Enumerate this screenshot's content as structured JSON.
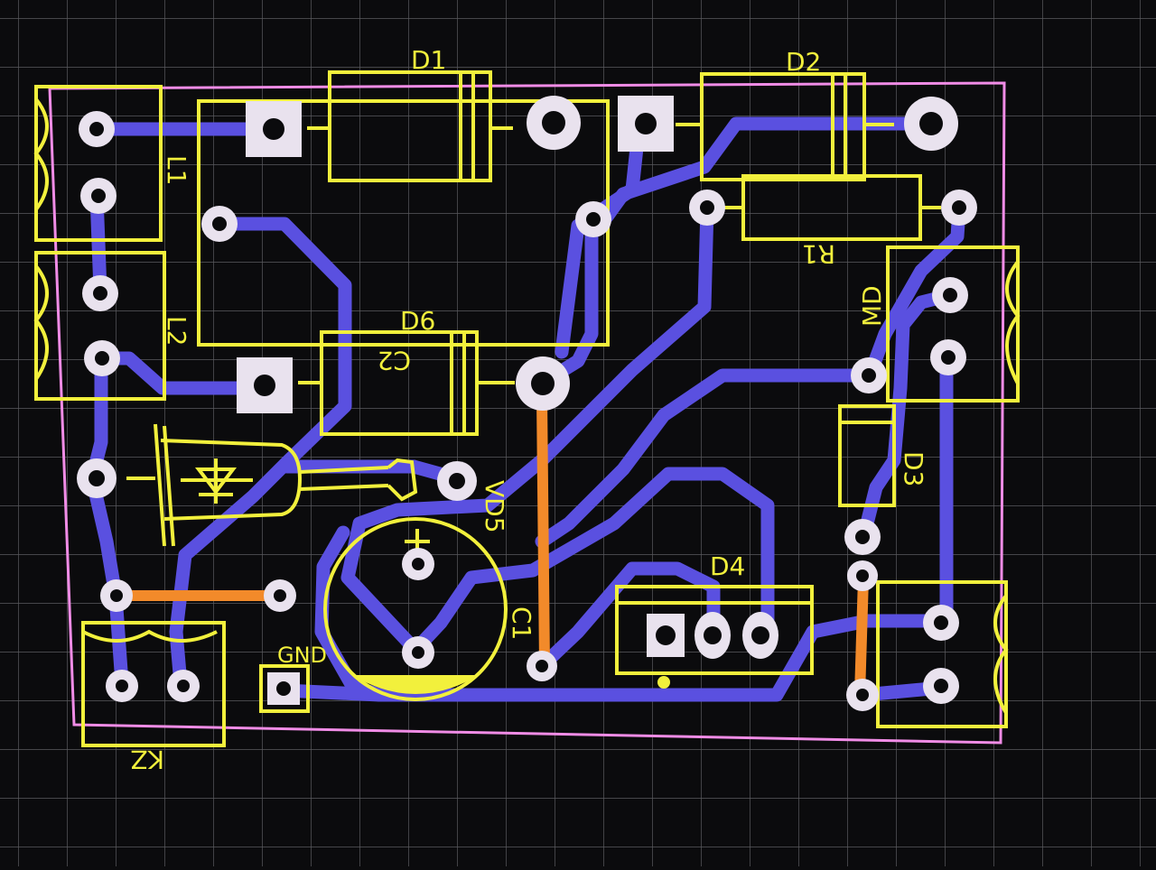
{
  "colors": {
    "background": "#0b0b0d",
    "grid": "#5a5a5e",
    "board_outline": "#f08ce6",
    "silkscreen": "#f2f03c",
    "trace_bottom": "#5a50e0",
    "trace_top": "#f28a2a",
    "pad": "#e9e2ee",
    "drill": "#0b0b0d"
  },
  "labels": {
    "d1": "D1",
    "d2": "D2",
    "d3": "D3",
    "d4": "D4",
    "d6": "D6",
    "l1": "L1",
    "l2": "L2",
    "r1": "R1",
    "c1": "C1",
    "c2": "C2",
    "md": "MD",
    "vd5": "VD5",
    "kz": "KZ",
    "gnd": "GND",
    "plus": "+"
  }
}
